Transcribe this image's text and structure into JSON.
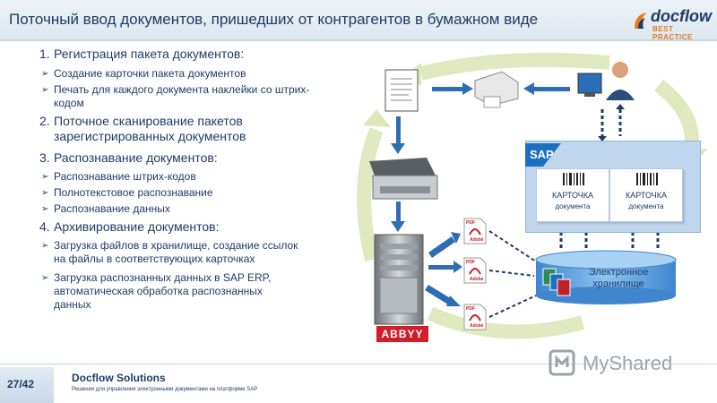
{
  "header": {
    "title": "Поточный ввод документов, пришедших от контрагентов в бумажном виде",
    "logo_word": "docflow",
    "logo_sub": "BEST PRACTICE"
  },
  "sections": [
    {
      "number": "1.",
      "title": "Регистрация пакета документов:",
      "bullets": [
        "Создание карточки пакета документов",
        "Печать для каждого документа наклейки со штрих-кодом"
      ]
    },
    {
      "number": "2.",
      "title": "Поточное сканирование пакетов зарегистрированных документов",
      "bullets": []
    },
    {
      "number": "3.",
      "title": "Распознавание документов:",
      "bullets": [
        "Распознавание штрих-кодов",
        "Полнотекстовое распознавание",
        "Распознавание данных"
      ]
    },
    {
      "number": "4.",
      "title": "Архивирование документов:",
      "bullets": [
        "Загрузка файлов в хранилище, создание ссылок на файлы в соответствующих карточках",
        "Загрузка распознанных данных в SAP ERP, автоматическая обработка распознанных данных"
      ]
    }
  ],
  "diagram": {
    "sap_label": "SAP",
    "cards": [
      {
        "title": "КАРТОЧКА",
        "sub": "документа"
      },
      {
        "title": "КАРТОЧКА",
        "sub": "документа"
      }
    ],
    "storage_line1": "Электронное",
    "storage_line2": "хранилище",
    "abbyy_label": "ABBYY",
    "pdf_label": "PDF",
    "adobe_label": "Adobe"
  },
  "footer": {
    "page": "27/42",
    "company": "Docflow Solutions",
    "tagline": "Решения для управления электронными документами на платформе SAP"
  },
  "watermark": "MyShared",
  "colors": {
    "navy": "#1f3b66",
    "arrow": "#d7e2a8",
    "sap_blue": "#1c6fc1",
    "abbyy_red": "#d21e2b",
    "storage": "#5aa0dc"
  }
}
